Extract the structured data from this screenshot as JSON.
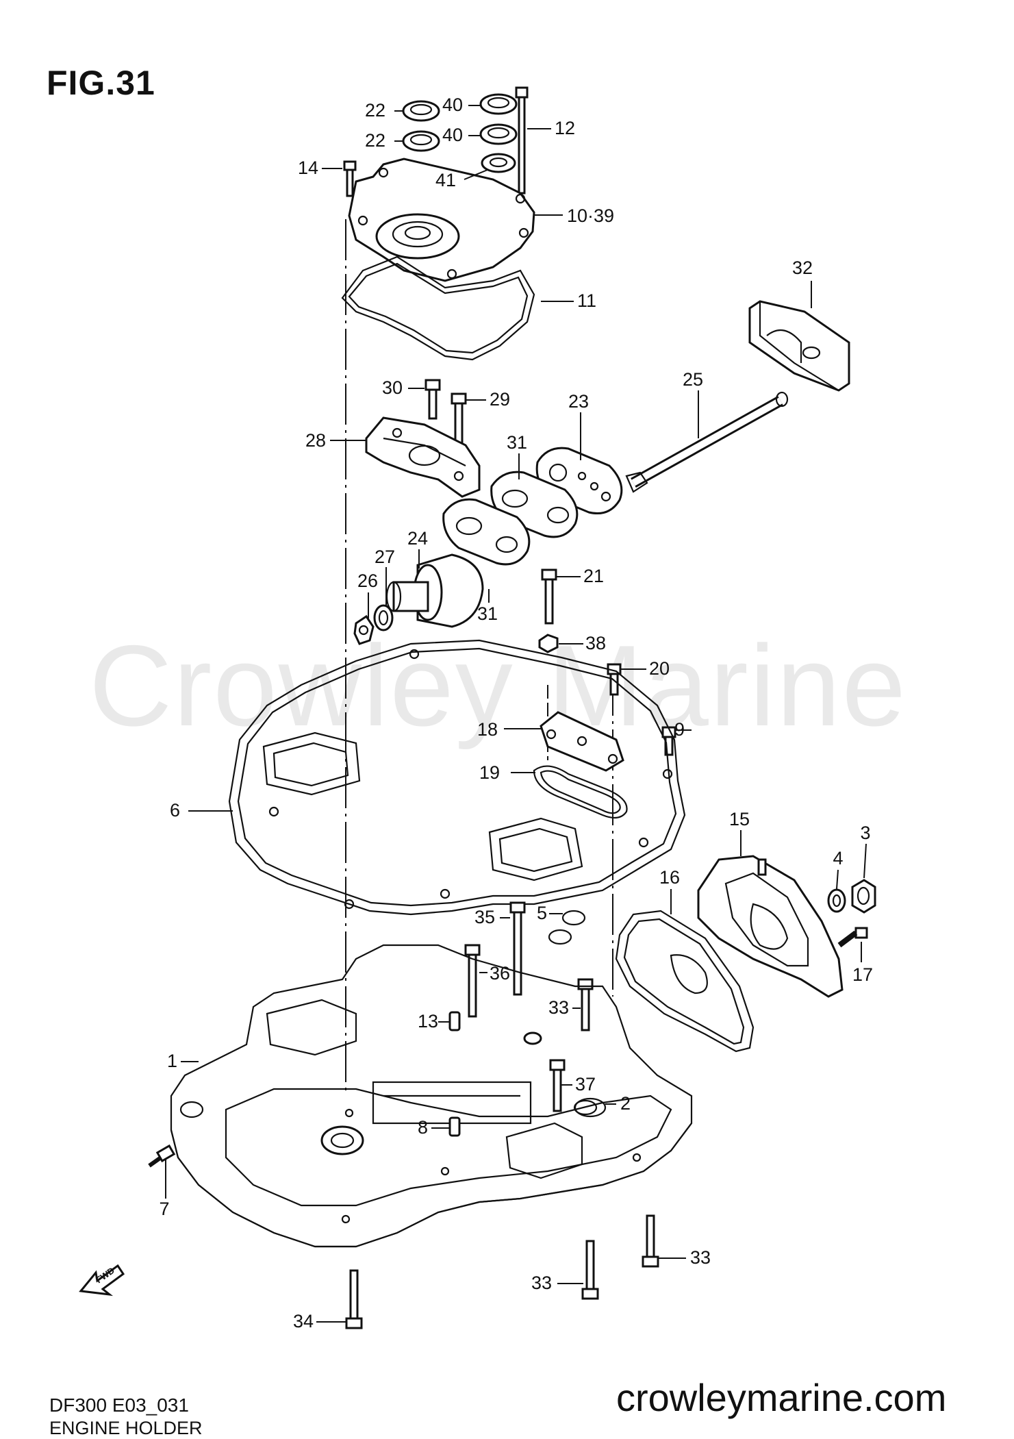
{
  "figure": {
    "title": "FIG.31",
    "model_code": "DF300 E03_031",
    "name": "ENGINE HOLDER"
  },
  "branding": {
    "watermark": "Crowley Marine",
    "footer_url": "crowleymarine.com",
    "watermark_color": "#e9e9e9"
  },
  "fwd_label": "FWD",
  "callouts": [
    {
      "num": "22"
    },
    {
      "num": "22"
    },
    {
      "num": "40"
    },
    {
      "num": "40"
    },
    {
      "num": "12"
    },
    {
      "num": "14"
    },
    {
      "num": "41"
    },
    {
      "num": "10·39"
    },
    {
      "num": "11"
    },
    {
      "num": "32"
    },
    {
      "num": "30"
    },
    {
      "num": "29"
    },
    {
      "num": "25"
    },
    {
      "num": "23"
    },
    {
      "num": "28"
    },
    {
      "num": "31"
    },
    {
      "num": "24"
    },
    {
      "num": "27"
    },
    {
      "num": "26"
    },
    {
      "num": "21"
    },
    {
      "num": "31"
    },
    {
      "num": "38"
    },
    {
      "num": "20"
    },
    {
      "num": "18"
    },
    {
      "num": "9"
    },
    {
      "num": "19"
    },
    {
      "num": "6"
    },
    {
      "num": "15"
    },
    {
      "num": "3"
    },
    {
      "num": "4"
    },
    {
      "num": "16"
    },
    {
      "num": "35"
    },
    {
      "num": "5"
    },
    {
      "num": "36"
    },
    {
      "num": "17"
    },
    {
      "num": "33"
    },
    {
      "num": "13"
    },
    {
      "num": "1"
    },
    {
      "num": "37"
    },
    {
      "num": "2"
    },
    {
      "num": "8"
    },
    {
      "num": "7"
    },
    {
      "num": "33"
    },
    {
      "num": "33"
    },
    {
      "num": "34"
    }
  ]
}
